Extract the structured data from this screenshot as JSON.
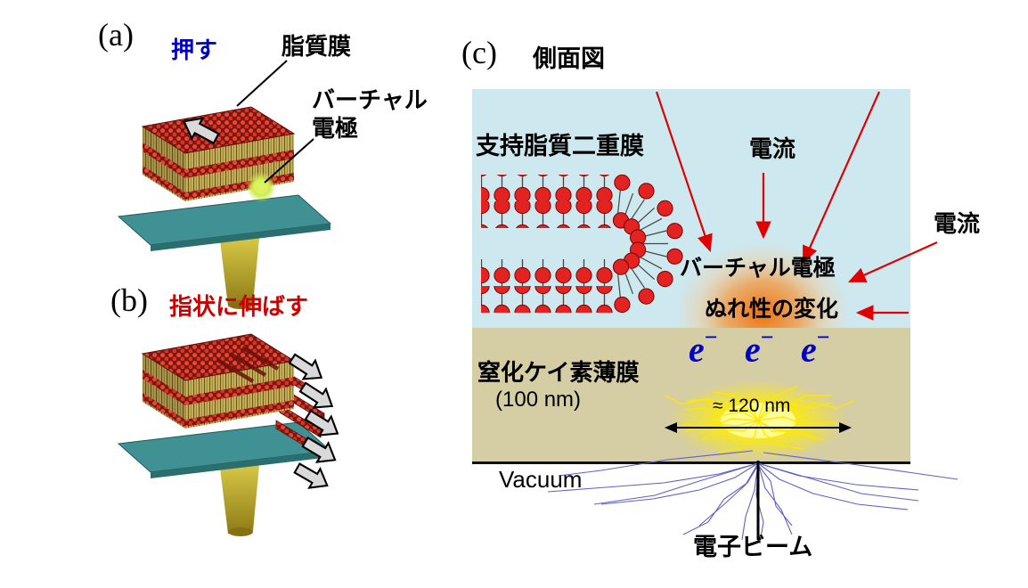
{
  "figure": {
    "panel_a": {
      "label": "(a)",
      "push_label": "押す",
      "lipid_membrane_label": "脂質膜",
      "virtual_electrode_label_line1": "バーチャル",
      "virtual_electrode_label_line2": "電極"
    },
    "panel_b": {
      "label": "(b)",
      "stretch_label": "指状に伸ばす"
    },
    "panel_c": {
      "label": "(c)",
      "title": "側面図",
      "supported_bilayer_label": "支持脂質二重膜",
      "current_label_top": "電流",
      "current_label_right": "電流",
      "virtual_electrode_label": "バーチャル電極",
      "wettability_label": "ぬれ性の変化",
      "electrons": [
        {
          "base": "e",
          "sup": "−"
        },
        {
          "base": "e",
          "sup": "−"
        },
        {
          "base": "e",
          "sup": "−"
        }
      ],
      "film_label": "窒化ケイ素薄膜",
      "film_thickness": "(100 nm)",
      "spot_size_label": "≈ 120 nm",
      "vacuum_label": "Vacuum",
      "electron_beam_label": "電子ビーム"
    },
    "colors": {
      "water_region": "#cde8ef",
      "nitride_film": "#d5cda4",
      "push_text": "#0000bb",
      "stretch_text": "#cc0000",
      "electron_text": "#0000cc",
      "current_arrow": "#e00000",
      "lipid_head": "#e32222",
      "substrate_teal": "#3f9194",
      "beam_cone_yellow": "#c9b73a",
      "electrode_glow_orange": "#f26a00",
      "scatter_yellow": "#ffe800",
      "trajectory_blue": "#6060c8"
    }
  }
}
